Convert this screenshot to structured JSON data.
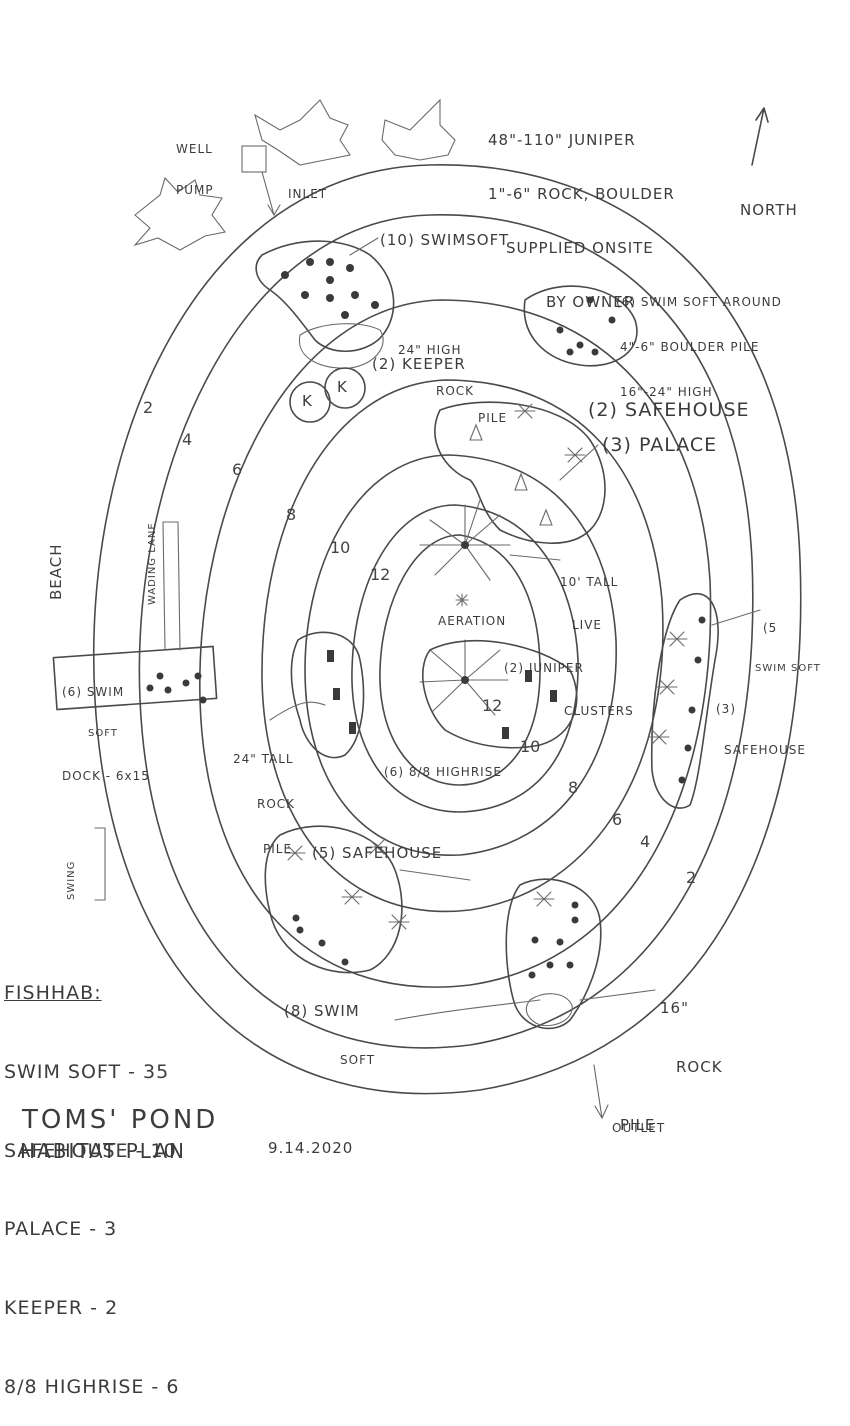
{
  "title": {
    "line1": "TOMS' POND",
    "line2": "HABITAT PLAN",
    "date": "9.14.2020"
  },
  "header_note": [
    "48\"-110\" JUNIPER",
    "1\"-6\" ROCK, BOULDER",
    "SUPPLIED ONSITE",
    "BY OWNER"
  ],
  "compass": {
    "label": "NORTH"
  },
  "site_labels": {
    "well_pump": [
      "WELL",
      "PUMP"
    ],
    "inlet": "INLET",
    "outlet": "OUTLET",
    "beach": "BEACH",
    "wading_lane": "WADING LANE",
    "swing": "SWING",
    "aeration": "AERATION"
  },
  "annotations": {
    "swim_soft_10": "(10) SWIMSOFT",
    "rock_pile_24_top": [
      "24\" HIGH",
      "ROCK",
      "PILE"
    ],
    "keeper": "(2) KEEPER",
    "keeper_marks": [
      "K",
      "K"
    ],
    "swim_soft_6_ne": [
      "(6) SWIM SOFT AROUND",
      "4\"-6\" BOULDER PILE",
      "16\"-24\" HIGH"
    ],
    "safehouse_2": "(2) SAFEHOUSE",
    "palace_3": "(3) PALACE",
    "juniper": [
      "10' TALL",
      "LIVE",
      "(2) JUNIPER",
      "CLUSTERS"
    ],
    "swim_soft_5": [
      "(5",
      "SWIM SOFT"
    ],
    "safehouse_3": [
      "(3)",
      "SAFEHOUSE"
    ],
    "dock": [
      "(6) SWIM",
      "SOFT",
      "DOCK - 6x15"
    ],
    "rock_pile_24_west": [
      "24\" TALL",
      "ROCK",
      "PILE"
    ],
    "highrise_6": "(6) 8/8 HIGHRISE",
    "safehouse_5": "(5) SAFEHOUSE",
    "swim_soft_8": [
      "(8) SWIM",
      "SOFT"
    ],
    "rock_pile_16": [
      "16\"",
      "ROCK",
      "PILE"
    ]
  },
  "depth_labels": {
    "w2": "2",
    "w4": "4",
    "w6": "6",
    "w8": "8",
    "w10": "10",
    "w12": "12",
    "c12": "12",
    "c10": "10",
    "e8": "8",
    "e6": "6",
    "e4": "4",
    "e2": "2"
  },
  "legend": {
    "heading": "FISHHAB:",
    "items": [
      "SWIM SOFT - 35",
      "SAFEHOUSE - 10",
      "PALACE - 3",
      "KEEPER - 2",
      "8/8 HIGHRISE - 6"
    ]
  }
}
